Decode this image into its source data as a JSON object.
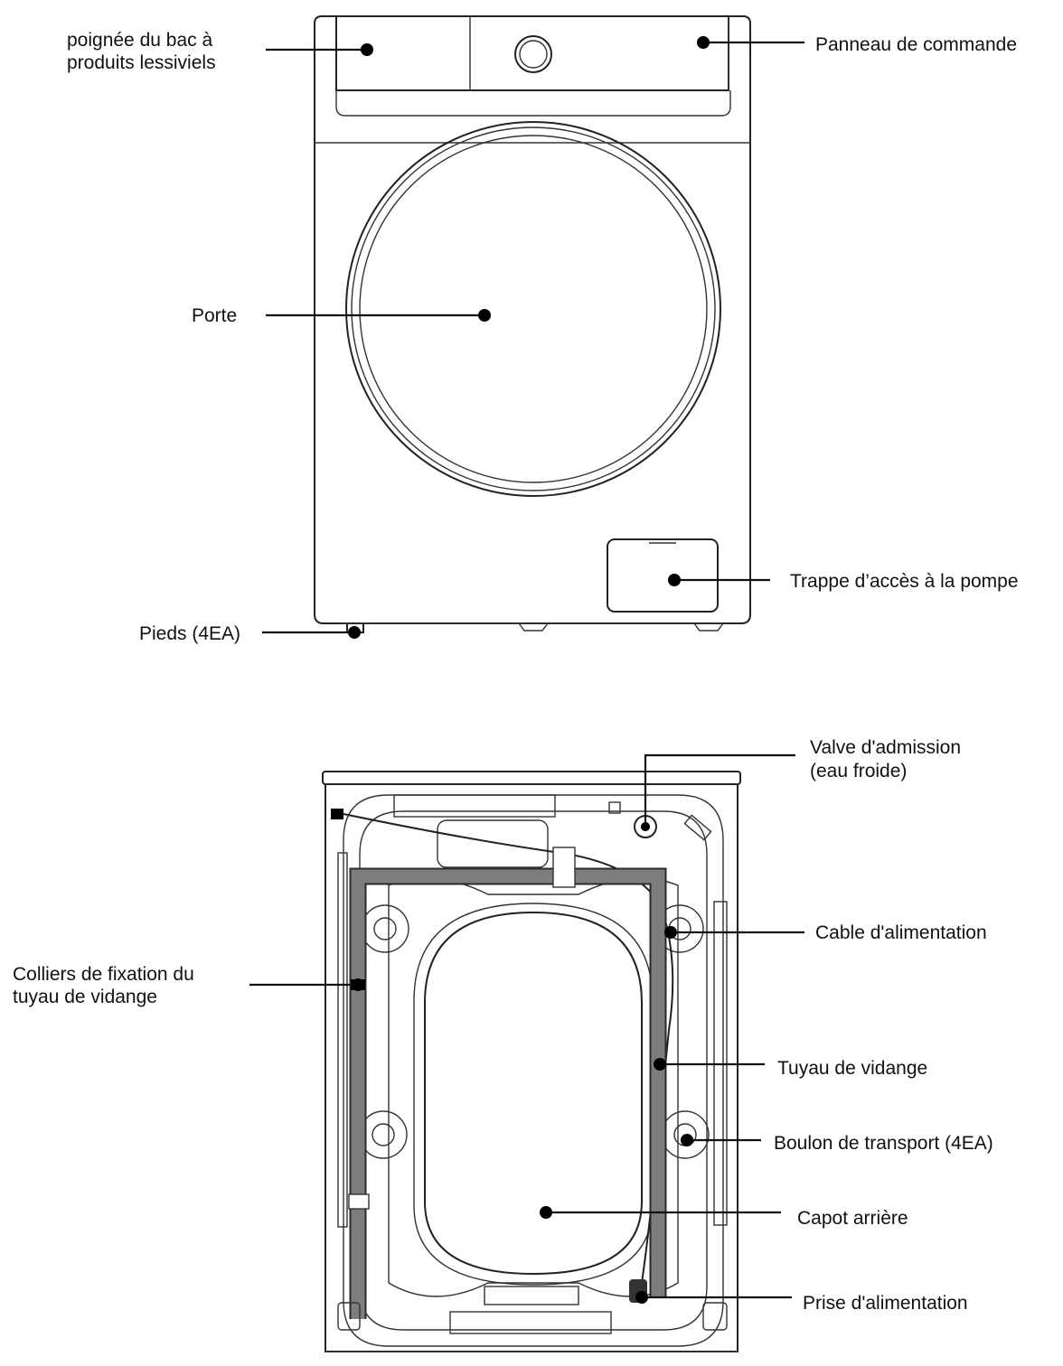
{
  "front_view": {
    "labels": {
      "detergent_handle_1": "poignée du bac à",
      "detergent_handle_2": "produits lessiviels",
      "control_panel": "Panneau de commande",
      "door": "Porte",
      "pump_access": "Trappe d’accès à la pompe",
      "feet": "Pieds (4EA)"
    }
  },
  "rear_view": {
    "labels": {
      "inlet_valve_1": "Valve d'admission",
      "inlet_valve_2": "(eau froide)",
      "power_cable": "Cable d'alimentation",
      "hose_clamps_1": "Colliers de fixation du",
      "hose_clamps_2": "tuyau de vidange",
      "drain_hose": "Tuyau de vidange",
      "transport_bolts": "Boulon de transport (4EA)",
      "rear_cover": "Capot arrière",
      "power_plug": "Prise d'alimentation"
    }
  },
  "colors": {
    "line": "#222222",
    "hose": "#7d7d7d",
    "background": "#ffffff"
  }
}
